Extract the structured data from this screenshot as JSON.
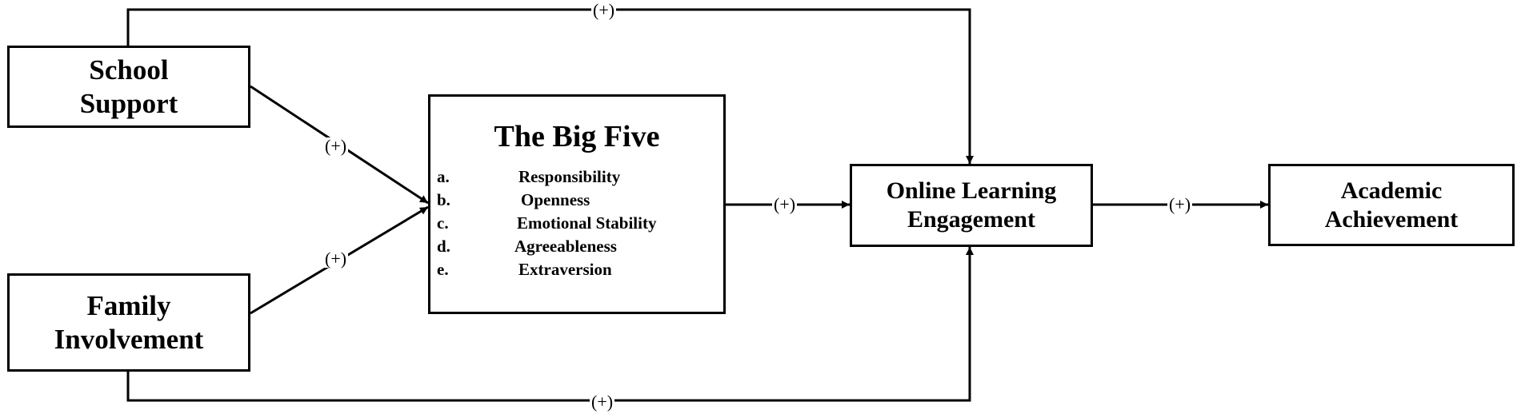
{
  "nodes": {
    "school_support": "School\nSupport",
    "family_involvement": "Family\nInvolvement",
    "big_five": {
      "title": "The Big Five",
      "traits": [
        {
          "letter": "a.",
          "name": "Responsibility"
        },
        {
          "letter": "b.",
          "name": "Openness"
        },
        {
          "letter": "c.",
          "name": "Emotional Stability"
        },
        {
          "letter": "d.",
          "name": "Agreeableness"
        },
        {
          "letter": "e.",
          "name": "Extraversion"
        }
      ]
    },
    "online_learning_engagement": "Online Learning\nEngagement",
    "academic_achievement": "Academic\nAchievement"
  },
  "edges": [
    {
      "from": "school_support",
      "to": "big_five",
      "label": "(+)"
    },
    {
      "from": "family_involvement",
      "to": "big_five",
      "label": "(+)"
    },
    {
      "from": "big_five",
      "to": "online_learning_engagement",
      "label": "(+)"
    },
    {
      "from": "online_learning_engagement",
      "to": "academic_achievement",
      "label": "(+)"
    },
    {
      "from": "school_support",
      "to": "online_learning_engagement",
      "label": "(+)"
    },
    {
      "from": "family_involvement",
      "to": "online_learning_engagement",
      "label": "(+)"
    }
  ]
}
